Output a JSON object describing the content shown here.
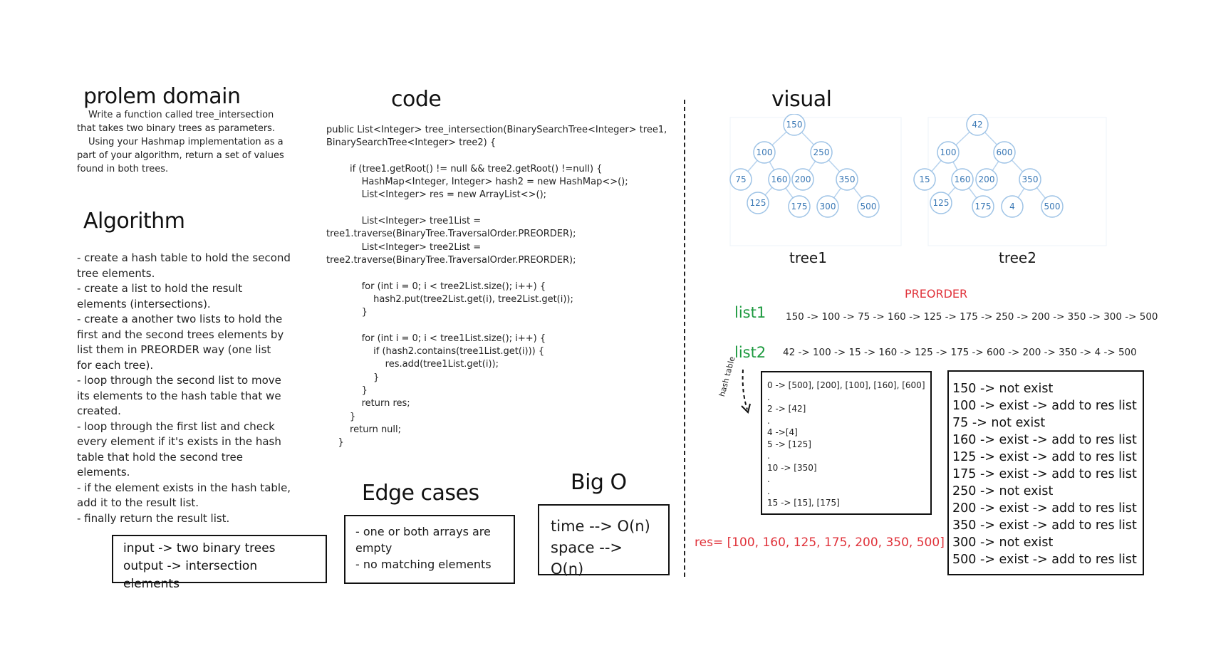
{
  "problem": {
    "title": "prolem domain",
    "lines": [
      "Write a function called tree_intersection",
      "that takes two binary trees as parameters.",
      "Using your Hashmap implementation as a",
      "part of your algorithm, return a set of values",
      "found in both trees."
    ]
  },
  "algorithm": {
    "title": "Algorithm",
    "lines": [
      "- create a hash table to hold the second",
      "tree elements.",
      "- create a list to hold the result",
      "elements (intersections).",
      "- create a another two lists to hold the",
      "first and the second trees elements by",
      "list them in PREORDER way (one list",
      "for each tree).",
      "- loop through the second list to move",
      "its elements to the hash table that we",
      "created.",
      "- loop through the first list and check",
      "every element if it's exists in the hash",
      "table that hold the second tree",
      "elements.",
      "- if the element exists in the hash table,",
      "add it to the result list.",
      "- finally return the result list."
    ]
  },
  "io_box": {
    "lines": [
      "input -> two binary trees",
      "output -> intersection elements"
    ]
  },
  "code": {
    "title": "code",
    "lines": [
      "public List<Integer> tree_intersection(BinarySearchTree<Integer> tree1,",
      "BinarySearchTree<Integer> tree2) {",
      "",
      "        if (tree1.getRoot() != null && tree2.getRoot() !=null) {",
      "            HashMap<Integer, Integer> hash2 = new HashMap<>();",
      "            List<Integer> res = new ArrayList<>();",
      "",
      "            List<Integer> tree1List =",
      "tree1.traverse(BinaryTree.TraversalOrder.PREORDER);",
      "            List<Integer> tree2List =",
      "tree2.traverse(BinaryTree.TraversalOrder.PREORDER);",
      "",
      "            for (int i = 0; i < tree2List.size(); i++) {",
      "                hash2.put(tree2List.get(i), tree2List.get(i));",
      "            }",
      "",
      "            for (int i = 0; i < tree1List.size(); i++) {",
      "                if (hash2.contains(tree1List.get(i))) {",
      "                    res.add(tree1List.get(i));",
      "                }",
      "            }",
      "            return res;",
      "        }",
      "        return null;",
      "    }"
    ]
  },
  "edge": {
    "title": "Edge cases",
    "lines": [
      "- one or both arrays are",
      "empty",
      "- no matching elements"
    ]
  },
  "bigo": {
    "title": "Big O",
    "lines": [
      "time --> O(n)",
      "space --> O(n)"
    ]
  },
  "visual": {
    "title": "visual",
    "tree1": {
      "caption": "tree1",
      "nodes": [
        "150",
        "100",
        "250",
        "75",
        "160",
        "200",
        "350",
        "125",
        "175",
        "300",
        "500"
      ]
    },
    "tree2": {
      "caption": "tree2",
      "nodes": [
        "42",
        "100",
        "600",
        "15",
        "160",
        "200",
        "350",
        "125",
        "175",
        "4",
        "500"
      ]
    },
    "preorder_label": "PREORDER",
    "list1_label": "list1",
    "list1_seq": "150 -> 100 -> 75 -> 160 -> 125 -> 175 -> 250 -> 200 -> 350 -> 300 -> 500",
    "list2_label": "list2",
    "list2_seq": "42 -> 100 -> 15 -> 160 -> 125 -> 175 -> 600 -> 200 -> 350 -> 4 -> 500",
    "hash_label": "hash table",
    "hash_lines": [
      "0 -> [500], [200], [100], [160], [600]",
      ".",
      "2 -> [42]",
      ".",
      "4 ->[4]",
      "5 -> [125]",
      ".",
      "10 -> [350]",
      ".",
      ".",
      "15 -> [15], [175]"
    ],
    "exist_lines": [
      "150 -> not exist",
      "100 -> exist -> add to res list",
      "75 -> not exist",
      "160 -> exist -> add to res list",
      "125 -> exist -> add to res list",
      "175 -> exist -> add to res list",
      "250 -> not exist",
      "200 -> exist -> add to res list",
      "350 -> exist -> add to res list",
      "300 -> not exist",
      "500 -> exist -> add to res list"
    ],
    "result": "res= [100, 160, 125, 175, 200, 350, 500]"
  },
  "colors": {
    "node_stroke": "#9ec3e6",
    "node_text": "#3a78b5",
    "edge": "#b8d3ee",
    "green": "#1d9a3f",
    "red": "#e0323a"
  }
}
